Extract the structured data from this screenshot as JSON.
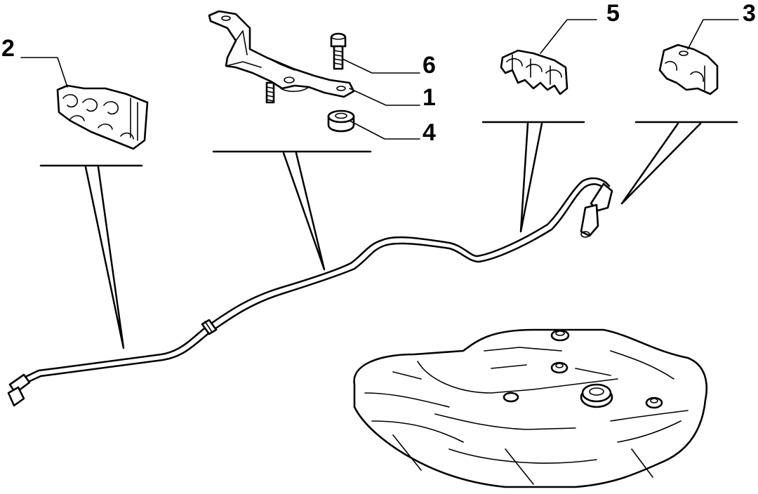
{
  "diagram": {
    "callouts": [
      {
        "id": "callout-1",
        "number": "1"
      },
      {
        "id": "callout-2",
        "number": "2"
      },
      {
        "id": "callout-3",
        "number": "3"
      },
      {
        "id": "callout-4",
        "number": "4"
      },
      {
        "id": "callout-5",
        "number": "5"
      },
      {
        "id": "callout-6",
        "number": "6"
      }
    ]
  },
  "colors": {
    "line": "#000000",
    "background": "#ffffff"
  }
}
